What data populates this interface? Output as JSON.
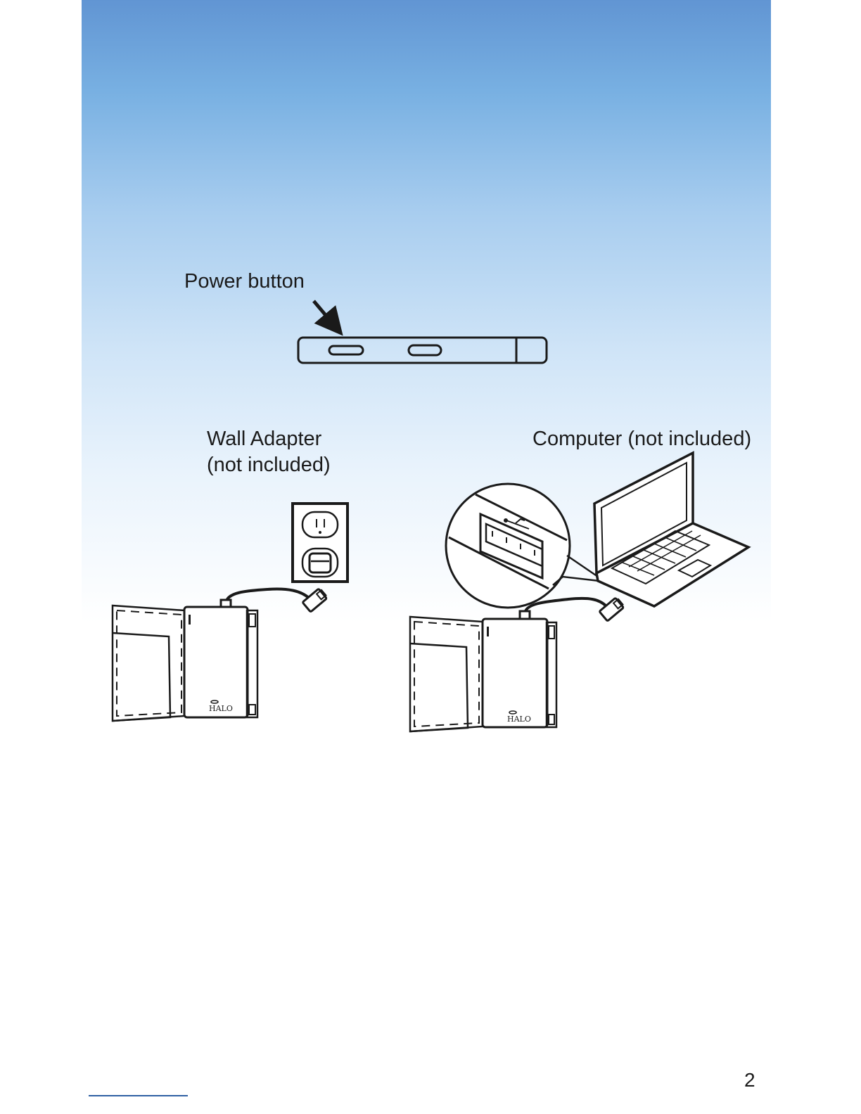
{
  "labels": {
    "power_button": "Power button",
    "wall_adapter_line1": "Wall Adapter",
    "wall_adapter_line2": "(not included)",
    "computer": "Computer (not included)"
  },
  "brand_logo": "HALO",
  "page_number": "2",
  "colors": {
    "gradient_top": "#6195d3",
    "gradient_bottom": "#ffffff",
    "line_art": "#1a1a1a",
    "footer_rule": "#2e5fa3"
  }
}
